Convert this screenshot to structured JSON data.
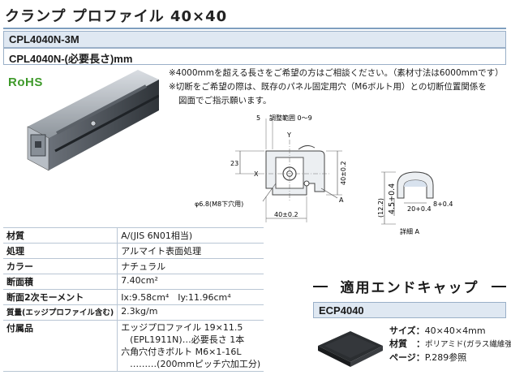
{
  "title": "クランプ プロファイル 40×40",
  "models": [
    "CPL4040N-3M",
    "CPL4040N-(必要長さ)mm"
  ],
  "rohs": "RoHS",
  "notes": [
    "※4000mmを超える長さをご希望の方はご相談ください。（素材寸法は6000mmです）",
    "※切断をご希望の際は、既存のパネル固定用穴（M6ボルト用）との切断位置関係を",
    "図面でご指示願います。"
  ],
  "drawing": {
    "dim_5": "5",
    "adjust_range": "調整範囲 0～9",
    "y_label": "Y",
    "x_label": "X",
    "dim_23": "23",
    "dim_40_v": "40±0.2",
    "dim_40_h": "40±0.2",
    "hole_note": "φ6.8(M8下穴用)",
    "a_label": "A",
    "detail_12_2": "(12.2)",
    "detail_4_5": "4.5+0.4",
    "detail_20": "20+0.4",
    "detail_8": "8+0.4",
    "detail_caption": "詳細 A"
  },
  "specs": [
    {
      "key": "材質",
      "value": "A/(JIS 6N01相当)"
    },
    {
      "key": "処理",
      "value": "アルマイト表面処理"
    },
    {
      "key": "カラー",
      "value": "ナチュラル"
    },
    {
      "key": "断面積",
      "value": "7.40cm²"
    },
    {
      "key": "断面2次モーメント",
      "value": "Ix:9.58cm⁴　Iy:11.96cm⁴"
    },
    {
      "key": "質量(エッジプロファイル含む)",
      "value": "2.3kg/m"
    }
  ],
  "accessories": {
    "key": "付属品",
    "lines": [
      "エッジプロファイル 19×11.5",
      "　(EPL1911N)…必要長さ  1本",
      "六角穴付きボルト M6×1-16L",
      "　………(200mmピッチ穴加工分)"
    ]
  },
  "end_cap": {
    "heading": "適用エンドキャップ",
    "model": "ECP4040",
    "size_label": "サイズ：",
    "size": "40×40×4mm",
    "material_label": "材質　：",
    "material": "ポリアミド(ガラス繊維強化)",
    "page_label": "ページ：",
    "page": "P.289参照"
  },
  "colors": {
    "accent": "#7f9fbf",
    "header_bg": "#dfe8f2",
    "rohs": "#3f9a2b"
  }
}
